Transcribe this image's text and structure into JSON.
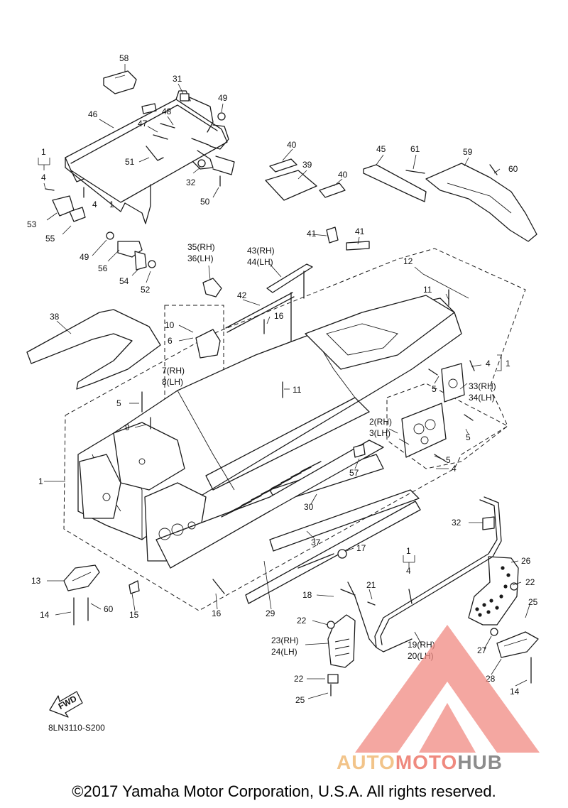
{
  "callouts": [
    {
      "id": "c58",
      "label": "58"
    },
    {
      "id": "c31",
      "label": "31"
    },
    {
      "id": "c49a",
      "label": "49"
    },
    {
      "id": "c46",
      "label": "46"
    },
    {
      "id": "c48",
      "label": "48"
    },
    {
      "id": "c47",
      "label": "47"
    },
    {
      "id": "c51",
      "label": "51"
    },
    {
      "id": "c32a",
      "label": "32"
    },
    {
      "id": "c50",
      "label": "50"
    },
    {
      "id": "c1a",
      "label": "1"
    },
    {
      "id": "c4a",
      "label": "4"
    },
    {
      "id": "c4b",
      "label": "4"
    },
    {
      "id": "c1b",
      "label": "1"
    },
    {
      "id": "c53",
      "label": "53"
    },
    {
      "id": "c55",
      "label": "55"
    },
    {
      "id": "c49b",
      "label": "49"
    },
    {
      "id": "c56",
      "label": "56"
    },
    {
      "id": "c54",
      "label": "54"
    },
    {
      "id": "c52",
      "label": "52"
    },
    {
      "id": "c35",
      "label": "35(RH)"
    },
    {
      "id": "c36",
      "label": "36(LH)"
    },
    {
      "id": "c43",
      "label": "43(RH)"
    },
    {
      "id": "c44",
      "label": "44(LH)"
    },
    {
      "id": "c40a",
      "label": "40"
    },
    {
      "id": "c39",
      "label": "39"
    },
    {
      "id": "c40b",
      "label": "40"
    },
    {
      "id": "c45",
      "label": "45"
    },
    {
      "id": "c61",
      "label": "61"
    },
    {
      "id": "c59",
      "label": "59"
    },
    {
      "id": "c60a",
      "label": "60"
    },
    {
      "id": "c41a",
      "label": "41"
    },
    {
      "id": "c41b",
      "label": "41"
    },
    {
      "id": "c12",
      "label": "12"
    },
    {
      "id": "c11a",
      "label": "11"
    },
    {
      "id": "c38",
      "label": "38"
    },
    {
      "id": "c42",
      "label": "42"
    },
    {
      "id": "c16a",
      "label": "16"
    },
    {
      "id": "c10",
      "label": "10"
    },
    {
      "id": "c6",
      "label": "6"
    },
    {
      "id": "c7",
      "label": "7(RH)"
    },
    {
      "id": "c8",
      "label": "8(LH)"
    },
    {
      "id": "c4c",
      "label": "4"
    },
    {
      "id": "c1c",
      "label": "1"
    },
    {
      "id": "c5a",
      "label": "5"
    },
    {
      "id": "c33",
      "label": "33(RH)"
    },
    {
      "id": "c34",
      "label": "34(LH)"
    },
    {
      "id": "c11b",
      "label": "11"
    },
    {
      "id": "c5b",
      "label": "5"
    },
    {
      "id": "c9",
      "label": "9"
    },
    {
      "id": "c2",
      "label": "2(RH)"
    },
    {
      "id": "c3",
      "label": "3(LH)"
    },
    {
      "id": "c5c",
      "label": "5"
    },
    {
      "id": "c5d",
      "label": "5"
    },
    {
      "id": "c4d",
      "label": "4"
    },
    {
      "id": "c57",
      "label": "57"
    },
    {
      "id": "c1d",
      "label": "1"
    },
    {
      "id": "c30",
      "label": "30"
    },
    {
      "id": "c32b",
      "label": "32"
    },
    {
      "id": "c37",
      "label": "37"
    },
    {
      "id": "c17",
      "label": "17"
    },
    {
      "id": "c26",
      "label": "26"
    },
    {
      "id": "c13",
      "label": "13"
    },
    {
      "id": "c1e",
      "label": "1"
    },
    {
      "id": "c4e",
      "label": "4"
    },
    {
      "id": "c22a",
      "label": "22"
    },
    {
      "id": "c21",
      "label": "21"
    },
    {
      "id": "c18",
      "label": "18"
    },
    {
      "id": "c14a",
      "label": "14"
    },
    {
      "id": "c60b",
      "label": "60"
    },
    {
      "id": "c15",
      "label": "15"
    },
    {
      "id": "c16b",
      "label": "16"
    },
    {
      "id": "c29",
      "label": "29"
    },
    {
      "id": "c22b",
      "label": "22"
    },
    {
      "id": "c25a",
      "label": "25"
    },
    {
      "id": "c23",
      "label": "23(RH)"
    },
    {
      "id": "c24",
      "label": "24(LH)"
    },
    {
      "id": "c19",
      "label": "19(RH)"
    },
    {
      "id": "c20",
      "label": "20(LH)"
    },
    {
      "id": "c27",
      "label": "27"
    },
    {
      "id": "c22c",
      "label": "22"
    },
    {
      "id": "c28",
      "label": "28"
    },
    {
      "id": "c14b",
      "label": "14"
    },
    {
      "id": "c25b",
      "label": "25"
    }
  ],
  "forward_label": "FWD",
  "diagram_code": "8LN3110-S200",
  "copyright": "©2017 Yamaha Motor Corporation, U.S.A. All rights reserved.",
  "watermark": {
    "part1": "AUTO",
    "part2": "MOTO",
    "part3": "HUB",
    "colors": {
      "auto": "#f2c48a",
      "moto": "#ef8a7f",
      "hub": "#8c8c8c",
      "triangle": "#f08a82"
    }
  }
}
